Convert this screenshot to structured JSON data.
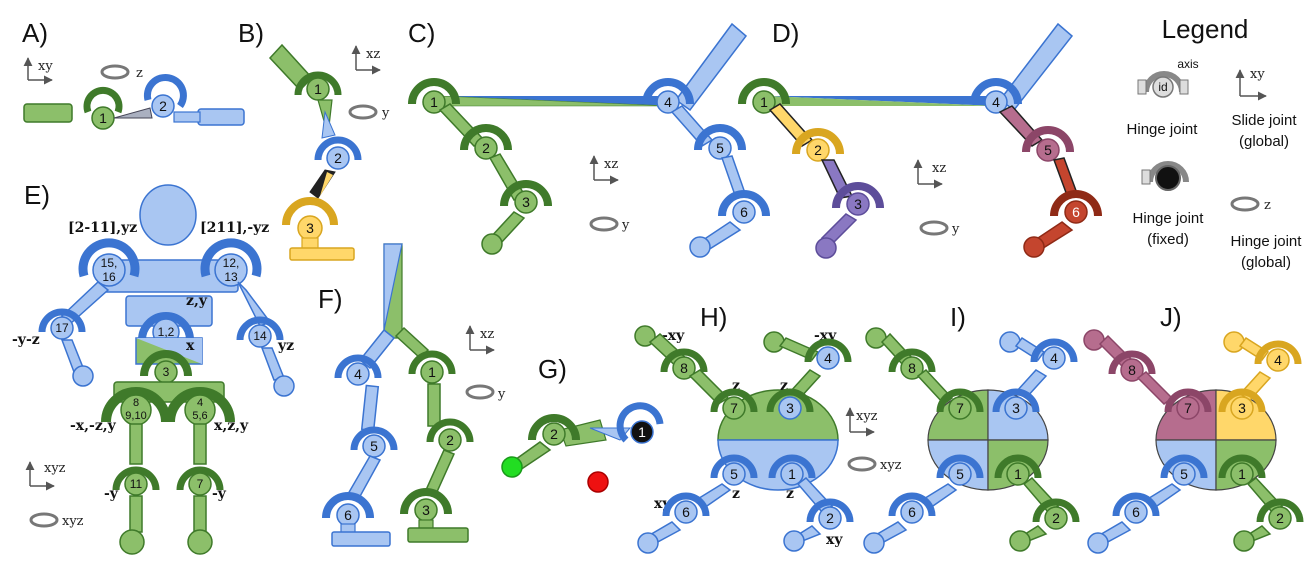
{
  "panels": {
    "a": "A)",
    "b": "B)",
    "c": "C)",
    "d": "D)",
    "e": "E)",
    "f": "F)",
    "g": "G)",
    "h": "H)",
    "i": "I)",
    "j": "J)"
  },
  "axes": {
    "xy": "xy",
    "xz": "xz",
    "xyz": "xyz",
    "z": "z",
    "y": "y"
  },
  "joints": {
    "n1": "1",
    "n2": "2",
    "n3": "3",
    "n4": "4",
    "n5": "5",
    "n6": "6",
    "n7": "7",
    "n8": "8",
    "n11": "11",
    "n14": "14",
    "n17": "17",
    "n15_16_top": "15,",
    "n15_16_bot": "16",
    "n12_13_top": "12,",
    "n12_13_bot": "13",
    "n1_2": "1,2",
    "n8_9_10_top": "8",
    "n8_9_10_bot": "9,10",
    "n4_5_6_top": "4",
    "n4_5_6_bot": "5,6"
  },
  "annotations": {
    "e_left_shoulder": "[2-11],yz",
    "e_right_shoulder": "[211],-yz",
    "e_torso": "z,y",
    "e_pelvis": "x",
    "e_left_elbow": "-y-z",
    "e_right_elbow": "yz",
    "e_left_hip": "-x,-z,y",
    "e_right_hip": "x,z,y",
    "e_left_knee": "-y",
    "e_right_knee": "-y",
    "h_tl": "-xy",
    "h_tr": "-xy",
    "h_z1": "z",
    "h_z2": "z",
    "h_z3": "z",
    "h_z4": "z",
    "h_bl": "xy",
    "h_br": "xy"
  },
  "legend": {
    "title": "Legend",
    "axis": "axis",
    "id": "id",
    "hinge_joint": "Hinge joint",
    "slide_line1": "Slide joint",
    "slide_line2": "(global)",
    "fixed_line1": "Hinge joint",
    "fixed_line2": "(fixed)",
    "global_line1": "Hinge joint",
    "global_line2": "(global)",
    "slide_axis": "xy",
    "rot_axis": "z"
  },
  "colors": {
    "green": "#8cbf6a",
    "green_dark": "#3f7a2a",
    "blue": "#a9c6f2",
    "blue_dark": "#3b74d1",
    "yellow": "#ffd76a",
    "purple": "#8a78c2",
    "red": "#c4452e",
    "pink": "#b66d8e",
    "target_green": "#22dd22",
    "target_red": "#ee1111"
  }
}
